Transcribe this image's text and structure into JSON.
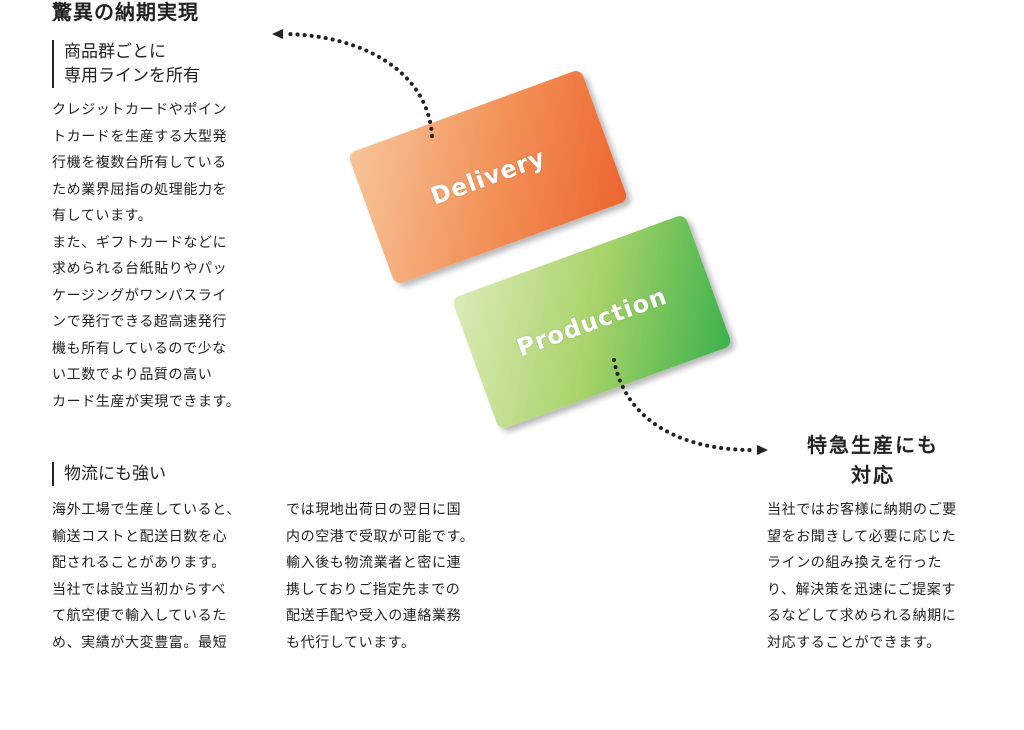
{
  "left_section": {
    "title": "驚異の納期実現",
    "subheading": "商品群ごとに\n専用ラインを所有",
    "body": "クレジットカードやポイン\nトカードを生産する大型発\n行機を複数台所有している\nため業界屈指の処理能力を\n有しています。\nまた、ギフトカードなどに\n求められる台紙貼りやパッ\nケージングがワンパスライ\nンで発行できる超高速発行\n機も所有しているので少な\nい工数でより品質の高い\nカード生産が実現できます。"
  },
  "logistics_section": {
    "subheading": "物流にも強い",
    "body_col1": "海外工場で生産していると、\n輸送コストと配送日数を心\n配されることがあります。\n当社では設立当初からすべ\nて航空便で輸入しているた\nめ、実績が大変豊富。最短",
    "body_col2": "では現地出荷日の翌日に国\n内の空港で受取が可能です。\n輸入後も物流業者と密に連\n携しておりご指定先までの\n配送手配や受入の連絡業務\nも代行しています。"
  },
  "cards": {
    "delivery_label": "Delivery",
    "production_label": "Production",
    "delivery_colors": [
      "#f7c59a",
      "#ec6430"
    ],
    "production_colors": [
      "#dcebb8",
      "#3bb14b"
    ]
  },
  "right_section": {
    "title": "特急生産にも\n対応",
    "body": "当社ではお客様に納期のご要\n望をお聞きして必要に応じた\nラインの組み換えを行った\nり、解決策を迅速にご提案す\nるなどして求められる納期に\n対応することができます。"
  }
}
